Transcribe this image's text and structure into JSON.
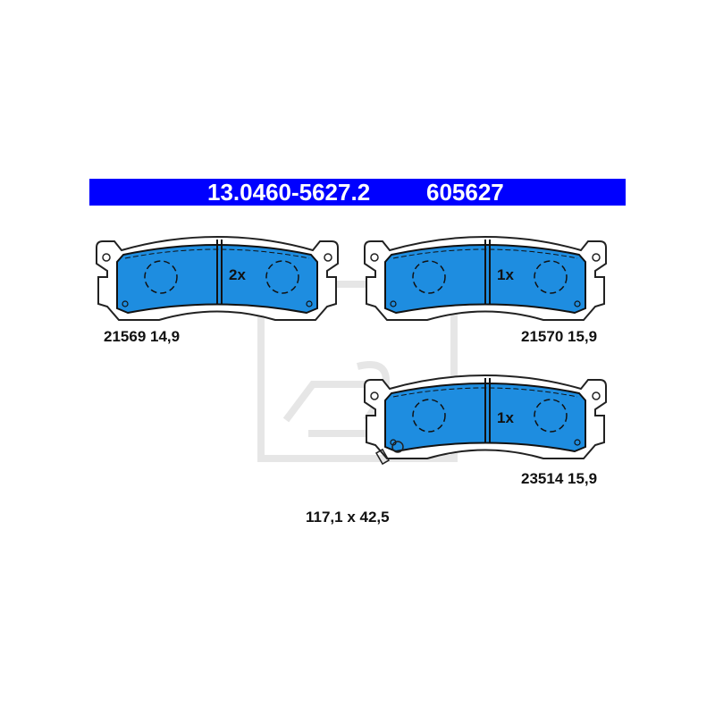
{
  "header": {
    "part_number": "13.0460-5627.2",
    "code": "605627",
    "background": "#0000ff"
  },
  "pads": [
    {
      "id": "21569",
      "thickness": "14,9",
      "quantity": "2x"
    },
    {
      "id": "21570",
      "thickness": "15,9",
      "quantity": "1x"
    },
    {
      "id": "23514",
      "thickness": "15,9",
      "quantity": "1x",
      "wear_sensor": true
    }
  ],
  "dimensions": "117,1 x 42,5",
  "colors": {
    "friction": "#1e8de0",
    "outline": "#222222",
    "watermark": "#e6e6e6"
  }
}
